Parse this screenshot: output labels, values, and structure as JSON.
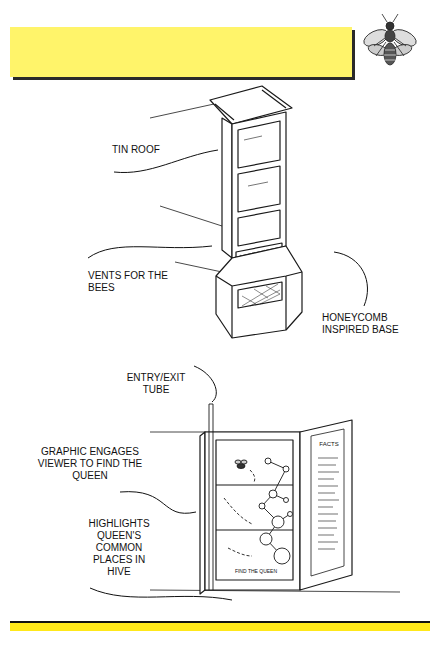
{
  "diagram": {
    "labels": [
      "TIN ROOF",
      "VENTS FOR THE BEES",
      "HONEYCOMB INSPIRED BASE",
      "ENTRY/EXIT TUBE",
      "GRAPHIC ENGAGES VIEWER TO FIND THE QUEEN",
      "HIGHLIGHTS QUEEN'S COMMON PLACES IN HIVE",
      "FACTS",
      "FIND THE QUEEN"
    ]
  }
}
